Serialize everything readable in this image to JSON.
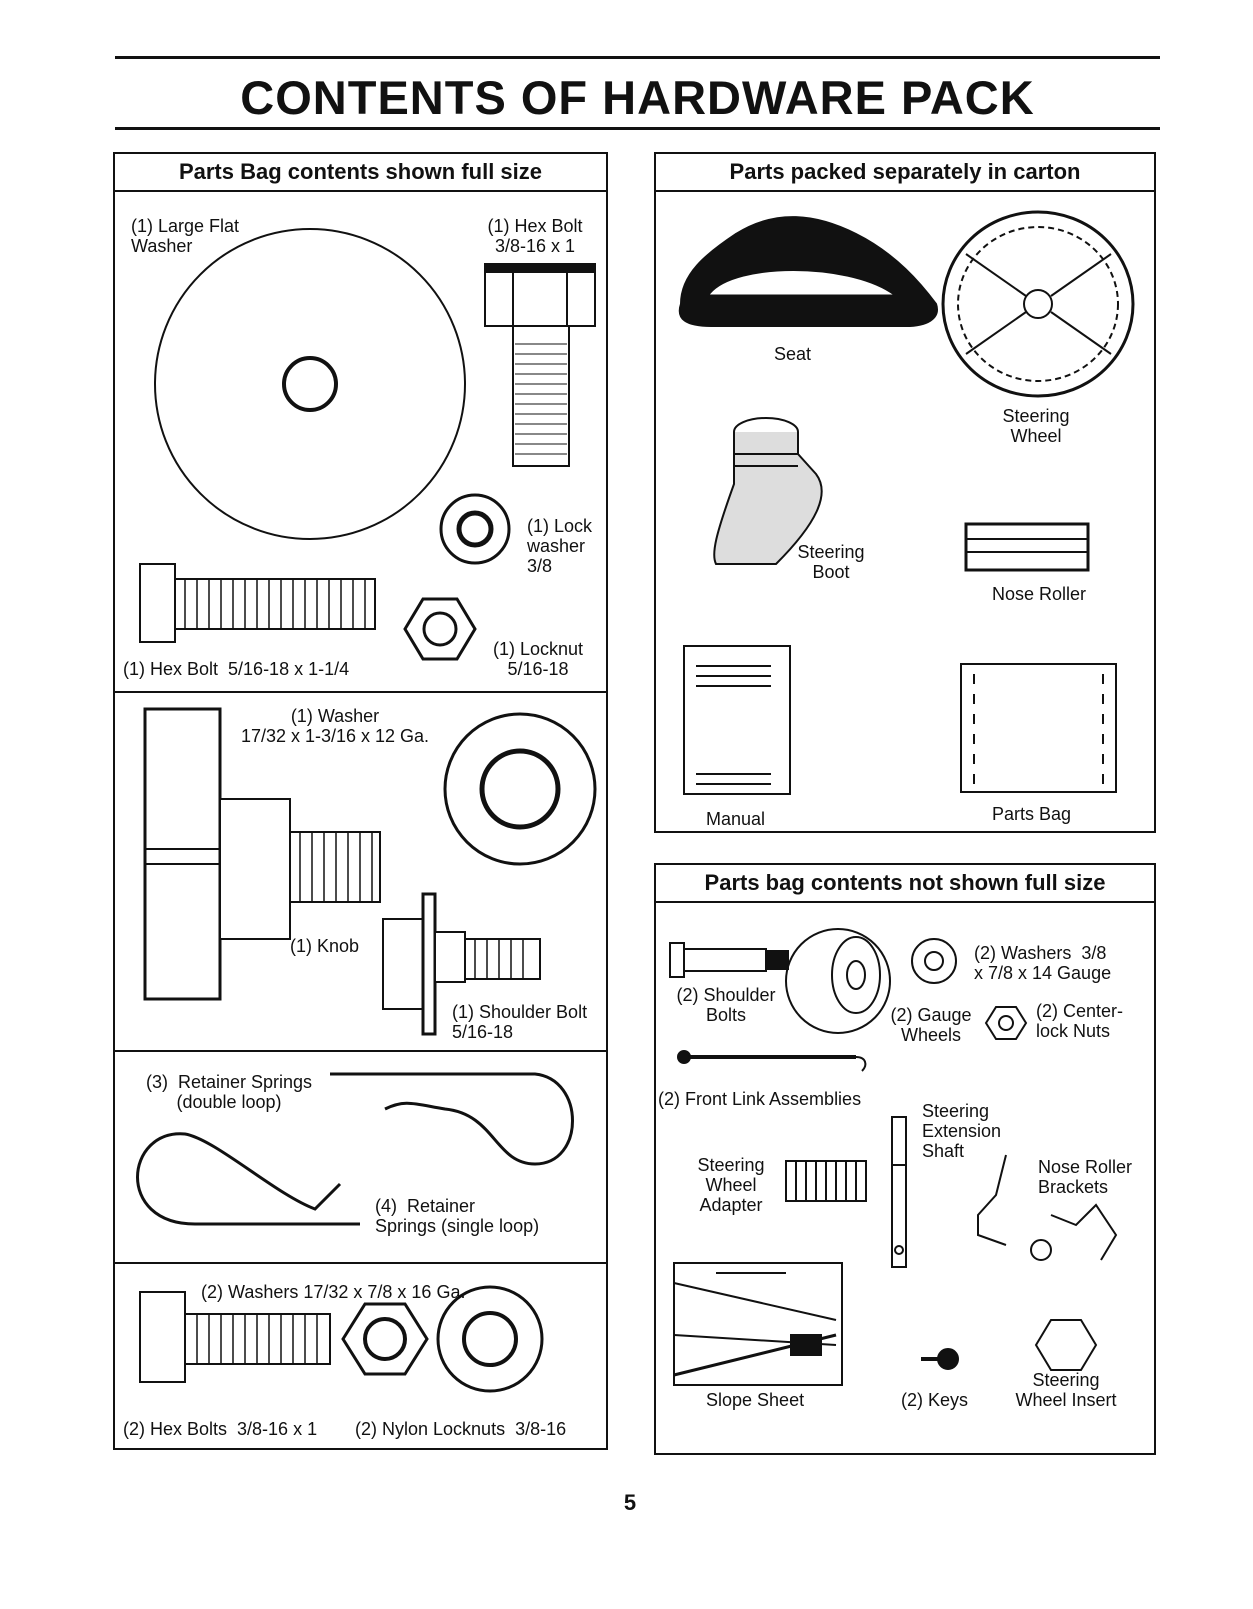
{
  "title": "CONTENTS OF HARDWARE PACK",
  "page_number": "5",
  "left_panel": {
    "heading": "Parts Bag contents shown full size",
    "items": {
      "large_flat_washer": "(1) Large Flat\nWasher",
      "hex_bolt_38": "(1) Hex Bolt\n3/8-16 x 1",
      "lock_washer": "(1) Lock\nwasher\n3/8",
      "hex_bolt_516": "(1) Hex Bolt  5/16-18 x 1-1/4",
      "locknut": "(1) Locknut\n5/16-18",
      "washer_1732": "(1) Washer\n17/32 x 1-3/16 x 12 Ga.",
      "knob": "(1) Knob",
      "shoulder_bolt": "(1) Shoulder Bolt\n5/16-18",
      "retainer_springs_double": "(3)  Retainer Springs\n(double loop)",
      "retainer_springs_single": "(4)  Retainer\nSprings (single loop)",
      "washers_1732": "(2) Washers 17/32 x 7/8 x 16 Ga.",
      "hex_bolts_38": "(2) Hex Bolts  3/8-16 x 1",
      "nylon_locknuts": "(2) Nylon Locknuts  3/8-16"
    }
  },
  "right_top_panel": {
    "heading": "Parts packed separately in carton",
    "items": {
      "seat": "Seat",
      "steering_wheel": "Steering\nWheel",
      "steering_boot": "Steering\nBoot",
      "nose_roller": "Nose Roller",
      "manual": "Manual",
      "parts_bag": "Parts Bag"
    }
  },
  "right_bottom_panel": {
    "heading": "Parts bag contents not shown full size",
    "items": {
      "shoulder_bolts": "(2) Shoulder\nBolts",
      "washers_38": "(2) Washers  3/8\nx 7/8 x 14 Gauge",
      "gauge_wheels": "(2) Gauge\nWheels",
      "center_lock_nuts": "(2) Center-\nlock Nuts",
      "front_link": "(2) Front Link Assemblies",
      "steering_extension_shaft": "Steering\nExtension\nShaft",
      "steering_wheel_adapter": "Steering\nWheel\nAdapter",
      "nose_roller_brackets": "Nose Roller\nBrackets",
      "slope_sheet": "Slope Sheet",
      "keys": "(2) Keys",
      "steering_wheel_insert": "Steering\nWheel Insert"
    }
  }
}
